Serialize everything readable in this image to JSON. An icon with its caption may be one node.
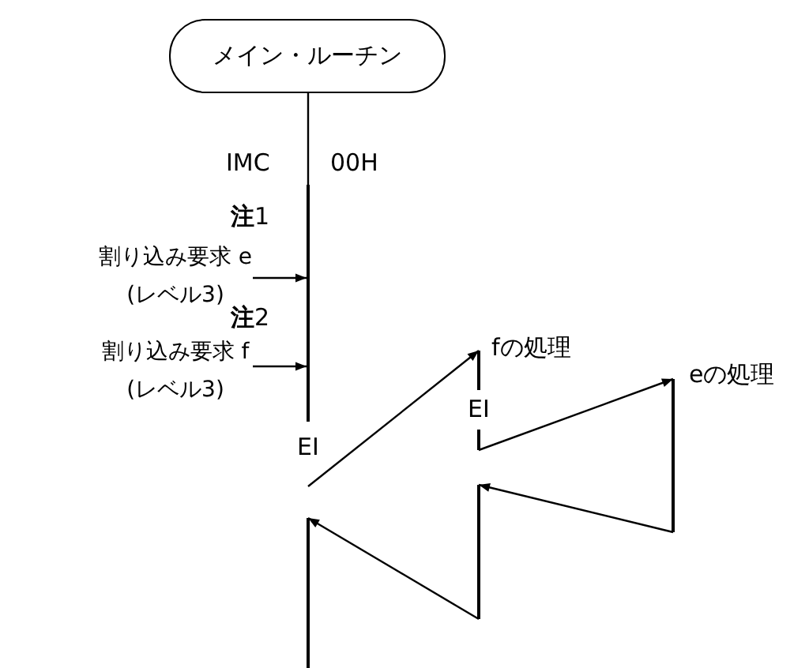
{
  "diagram": {
    "nodes": [
      {
        "text": [
          "メイン・ルーチン"
        ]
      },
      {
        "text": [
          "割り込み要求 e (レベル3)"
        ]
      },
      {
        "text": [
          "割り込み要求 f (レベル3)"
        ]
      },
      {
        "text": [
          "EI"
        ]
      },
      {
        "text": [
          "EI"
        ],
        "beside": [
          "fの処理"
        ]
      },
      {
        "text": [],
        "shape": "bar",
        "beside": [
          "eの処理"
        ]
      },
      {
        "text": [],
        "shape": "bar"
      },
      {
        "text": [],
        "shape": "bar"
      }
    ],
    "edges": [
      {
        "from": 0,
        "to": 3,
        "arrow": "none"
      },
      {
        "from": 1,
        "to": 3,
        "arrow": "to"
      },
      {
        "from": 2,
        "to": 3,
        "arrow": "to"
      },
      {
        "from": 3,
        "to": 4,
        "arrow": "to"
      },
      {
        "from": 4,
        "to": 5,
        "arrow": "to"
      },
      {
        "from": 5,
        "to": 7,
        "arrow": "to"
      },
      {
        "from": 7,
        "to": 6,
        "arrow": "to"
      }
    ],
    "labels": [
      "IMC",
      "00H",
      "**注**1",
      "**注**2"
    ]
  }
}
